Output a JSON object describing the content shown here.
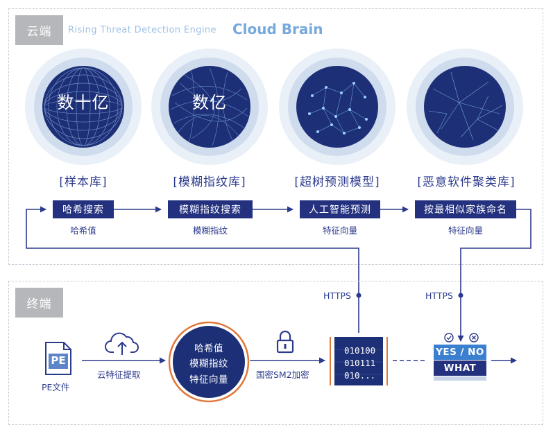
{
  "cloud": {
    "tag": "云端",
    "subtitle": "Rising Threat Detection Engine",
    "brand": "Cloud Brain",
    "spheres": [
      {
        "label": "数十亿",
        "database": "[样本库]"
      },
      {
        "label": "数亿",
        "database": "[模糊指纹库]"
      },
      {
        "label": "",
        "database": "[超树预测模型]"
      },
      {
        "label": "",
        "database": "[恶意软件聚类库]"
      }
    ],
    "steps": [
      {
        "label": "哈希搜索",
        "sub": "哈希值"
      },
      {
        "label": "模糊指纹搜索",
        "sub": "模糊指纹"
      },
      {
        "label": "人工智能预测",
        "sub": "特征向量"
      },
      {
        "label": "按最相似家族命名",
        "sub": "特征向量"
      }
    ]
  },
  "terminal": {
    "tag": "终端",
    "https_left": "HTTPS",
    "https_right": "HTTPS",
    "pe_icon_text": "PE",
    "pe_label": "PE文件",
    "extract_label": "云特征提取",
    "circle_lines": [
      "哈希值",
      "模糊指纹",
      "特征向量"
    ],
    "encrypt_label": "国密SM2加密",
    "binary_lines": [
      "010100",
      "010111",
      "010..."
    ],
    "verdict_yes_no": "YES / NO",
    "verdict_what": "WHAT"
  },
  "colors": {
    "navy": "#24317f",
    "text_navy": "#2c3a8c",
    "orange": "#e0783a",
    "tag_gray": "#b5b7ba",
    "brand_blue": "#76a9dc"
  }
}
